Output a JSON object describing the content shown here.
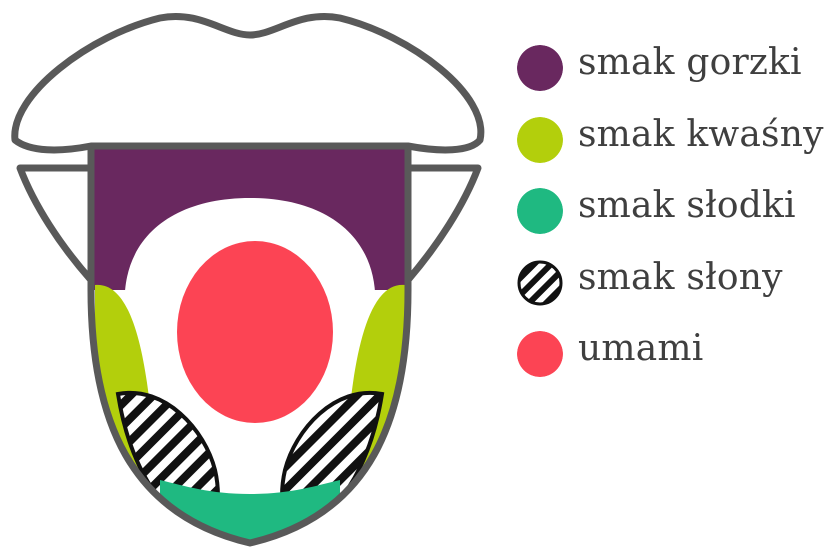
{
  "colors": {
    "bitter": "#69285f",
    "sour": "#b3cf0c",
    "sweet": "#1fb981",
    "salty": "#111111",
    "umami": "#fc4454",
    "outline": "#595959",
    "label_text": "#3f3f3f"
  },
  "legend": {
    "items": [
      {
        "key": "bitter",
        "label": "smak gorzki",
        "pattern": "solid"
      },
      {
        "key": "sour",
        "label": "smak kwaśny",
        "pattern": "solid"
      },
      {
        "key": "sweet",
        "label": "smak słodki",
        "pattern": "solid"
      },
      {
        "key": "salty",
        "label": "smak słony",
        "pattern": "diagonal-stripes"
      },
      {
        "key": "umami",
        "label": "umami",
        "pattern": "solid"
      }
    ]
  }
}
